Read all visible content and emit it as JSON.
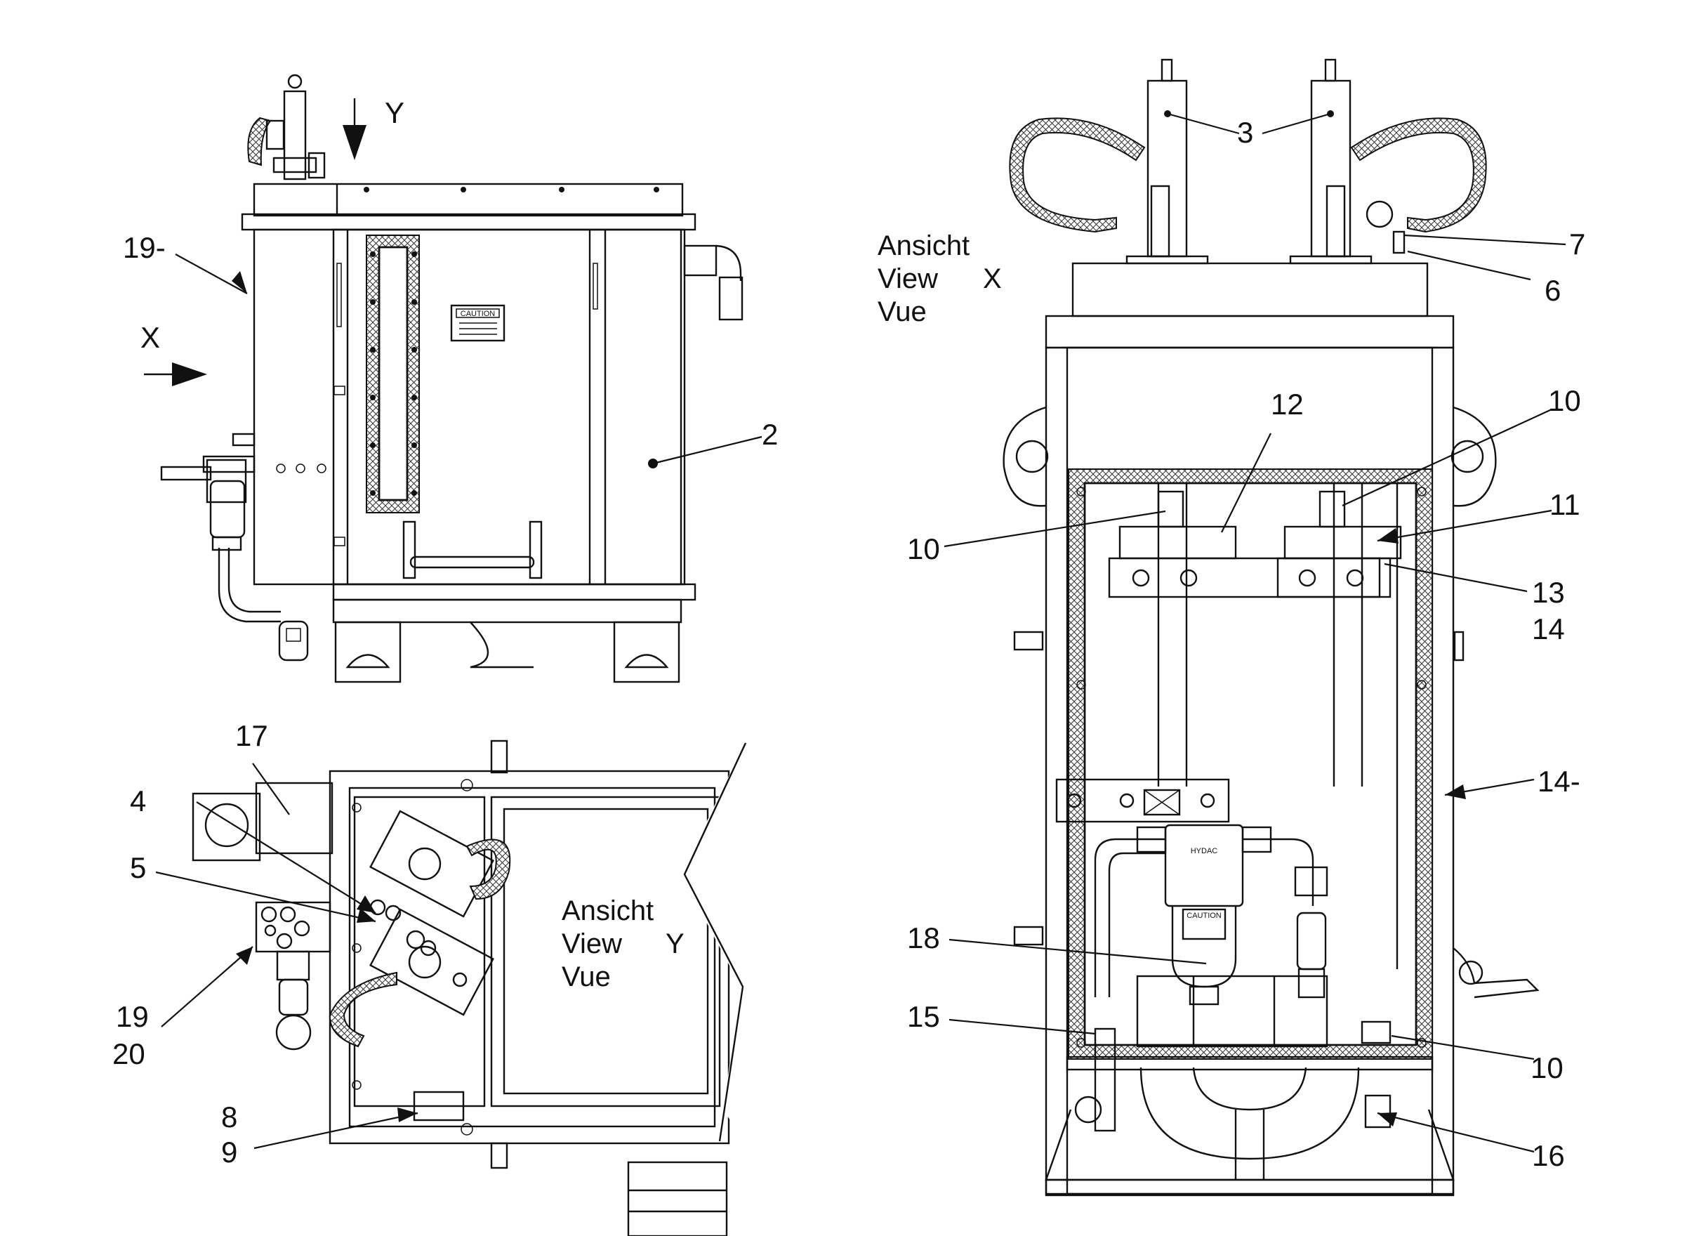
{
  "view_x": {
    "line1": "Ansicht",
    "line2": "View",
    "line3": "Vue",
    "letter": "X"
  },
  "view_y": {
    "line1": "Ansicht",
    "line2": "View",
    "line3": "Vue",
    "letter": "Y"
  },
  "arrows": {
    "x": "X",
    "y": "Y"
  },
  "caution": {
    "text": "CAUTION"
  },
  "filter_label": {
    "brand": "HYDAC"
  },
  "callouts": {
    "c2": "2",
    "c3": "3",
    "c4": "4",
    "c5": "5",
    "c6": "6",
    "c7": "7",
    "c8": "8",
    "c9": "9",
    "c10a": "10",
    "c10b": "10",
    "c10c": "10",
    "c11": "11",
    "c12": "12",
    "c13": "13",
    "c14": "14",
    "c14b": "14-",
    "c15": "15",
    "c16": "16",
    "c17": "17",
    "c18": "18",
    "c19": "19",
    "c19b": "19-",
    "c20": "20"
  }
}
